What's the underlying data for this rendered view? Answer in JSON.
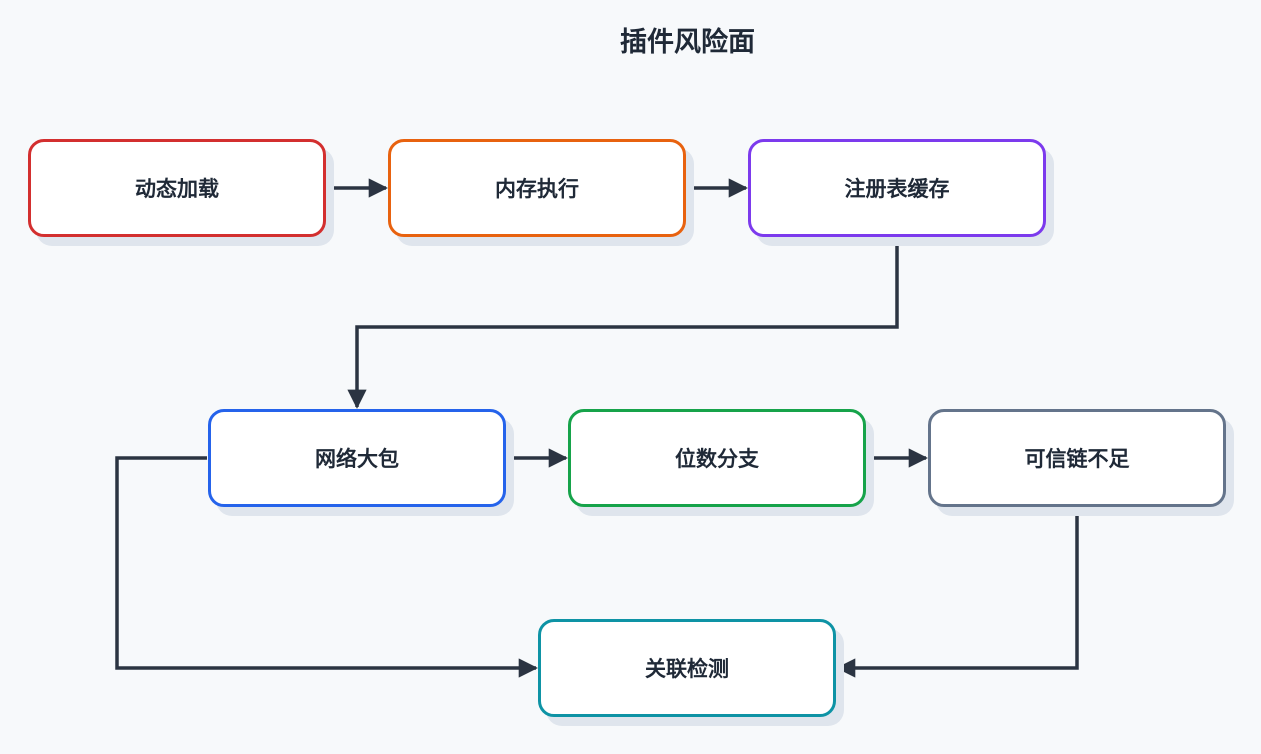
{
  "diagram": {
    "title": "插件风险面",
    "nodes": [
      {
        "id": "n1",
        "label": "动态加载",
        "color": "#d32f2f"
      },
      {
        "id": "n2",
        "label": "内存执行",
        "color": "#e8620f"
      },
      {
        "id": "n3",
        "label": "注册表缓存",
        "color": "#7c3aed"
      },
      {
        "id": "n4",
        "label": "网络大包",
        "color": "#2563eb"
      },
      {
        "id": "n5",
        "label": "位数分支",
        "color": "#16a34a"
      },
      {
        "id": "n6",
        "label": "可信链不足",
        "color": "#64748b"
      },
      {
        "id": "n7",
        "label": "关联检测",
        "color": "#0e93a5"
      }
    ],
    "edges": [
      {
        "from": "n1",
        "to": "n2"
      },
      {
        "from": "n2",
        "to": "n3"
      },
      {
        "from": "n3",
        "to": "n4"
      },
      {
        "from": "n4",
        "to": "n5"
      },
      {
        "from": "n5",
        "to": "n6"
      },
      {
        "from": "n4",
        "to": "n7"
      },
      {
        "from": "n6",
        "to": "n7"
      }
    ],
    "edge_color": "#2b3442"
  }
}
